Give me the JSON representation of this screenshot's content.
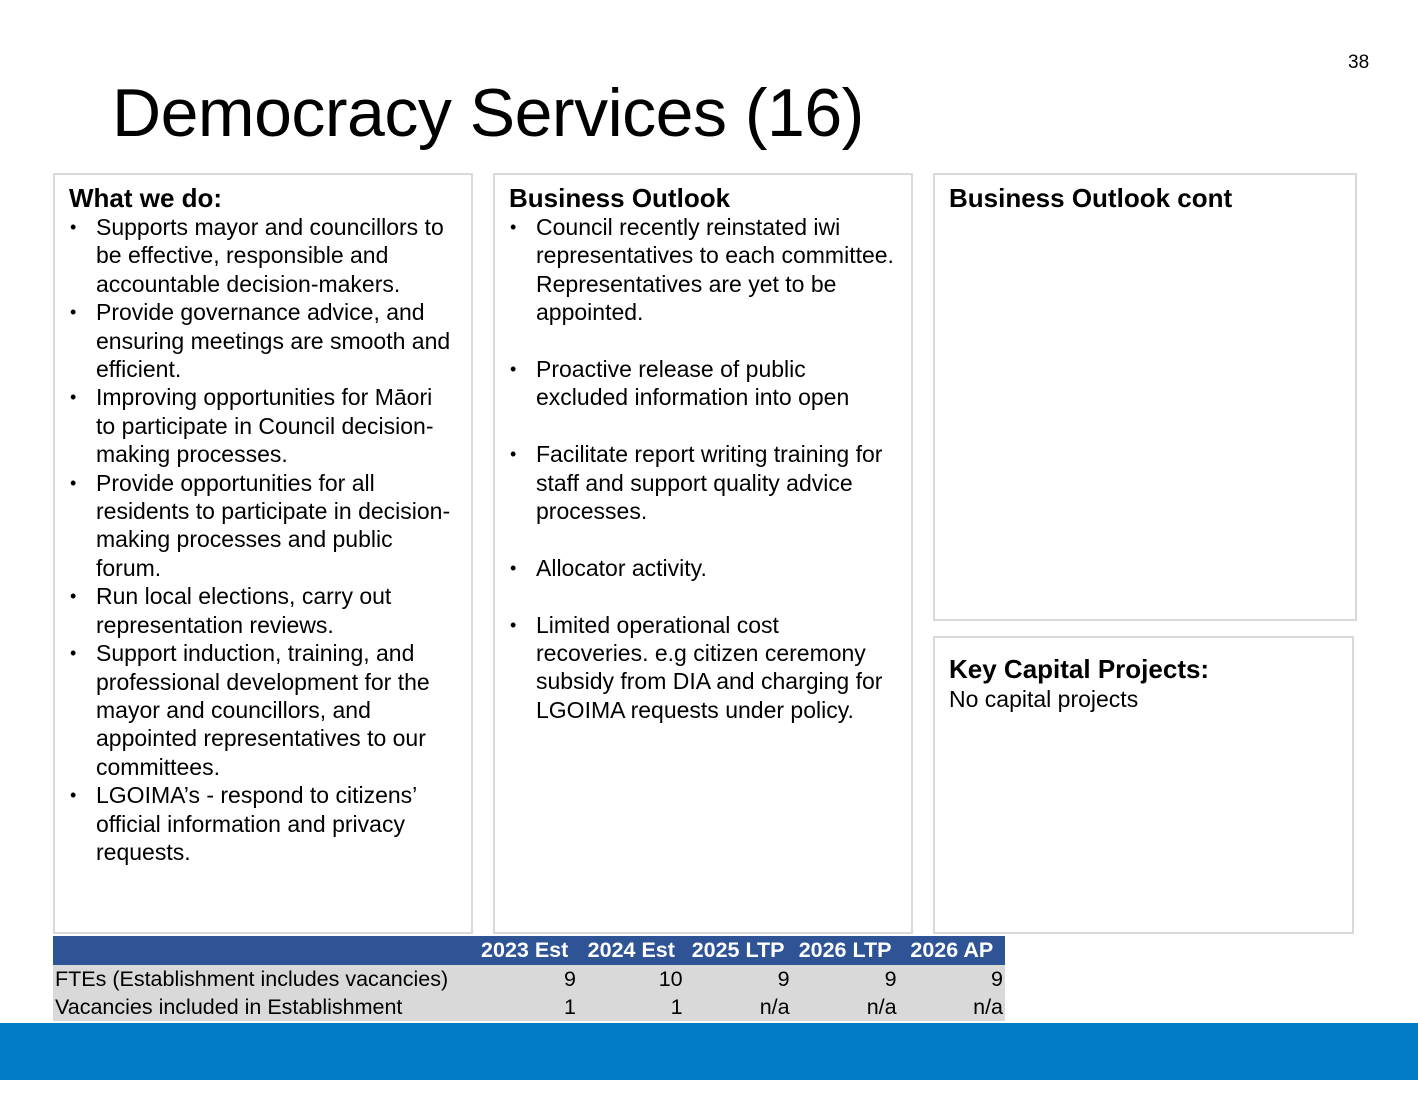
{
  "page_number": "38",
  "title": "Democracy Services (16)",
  "what_we_do": {
    "heading": "What we do:",
    "items": [
      "Supports mayor and councillors to be effective, responsible and accountable decision-makers.",
      "Provide governance advice, and ensuring meetings are smooth and efficient.",
      "Improving opportunities for Māori to participate in Council decision-making processes.",
      "Provide opportunities for all residents to participate in decision-making processes and public forum.",
      "Run local elections, carry out representation reviews.",
      "Support induction, training, and professional development for the mayor and councillors, and appointed representatives to our committees.",
      "LGOIMA’s - respond to citizens’ official information and privacy requests."
    ]
  },
  "business_outlook": {
    "heading": "Business Outlook",
    "items": [
      "Council recently reinstated iwi representatives to each committee. Representatives are yet to be appointed.",
      "Proactive release of public excluded information into open",
      "Facilitate report writing training for staff and support quality advice processes.",
      "Allocator activity.",
      "Limited operational cost recoveries. e.g citizen ceremony subsidy from DIA and charging for LGOIMA requests under policy."
    ]
  },
  "business_outlook_cont": {
    "heading": "Business Outlook cont"
  },
  "key_capital_projects": {
    "heading": "Key Capital Projects:",
    "text": "No capital projects"
  },
  "fte_table": {
    "columns": [
      "",
      "2023 Est",
      "2024 Est",
      "2025 LTP",
      "2026 LTP",
      "2026 AP"
    ],
    "rows": [
      [
        "FTEs (Establishment includes vacancies)",
        "9",
        "10",
        "9",
        "9",
        "9"
      ],
      [
        "Vacancies included in Establishment",
        "1",
        "1",
        "n/a",
        "n/a",
        "n/a"
      ]
    ]
  },
  "colors": {
    "table_header": "#2f5496",
    "table_body": "#d9d9d9",
    "footer_bar": "#007cc7",
    "panel_border": "#d9d9d9"
  }
}
